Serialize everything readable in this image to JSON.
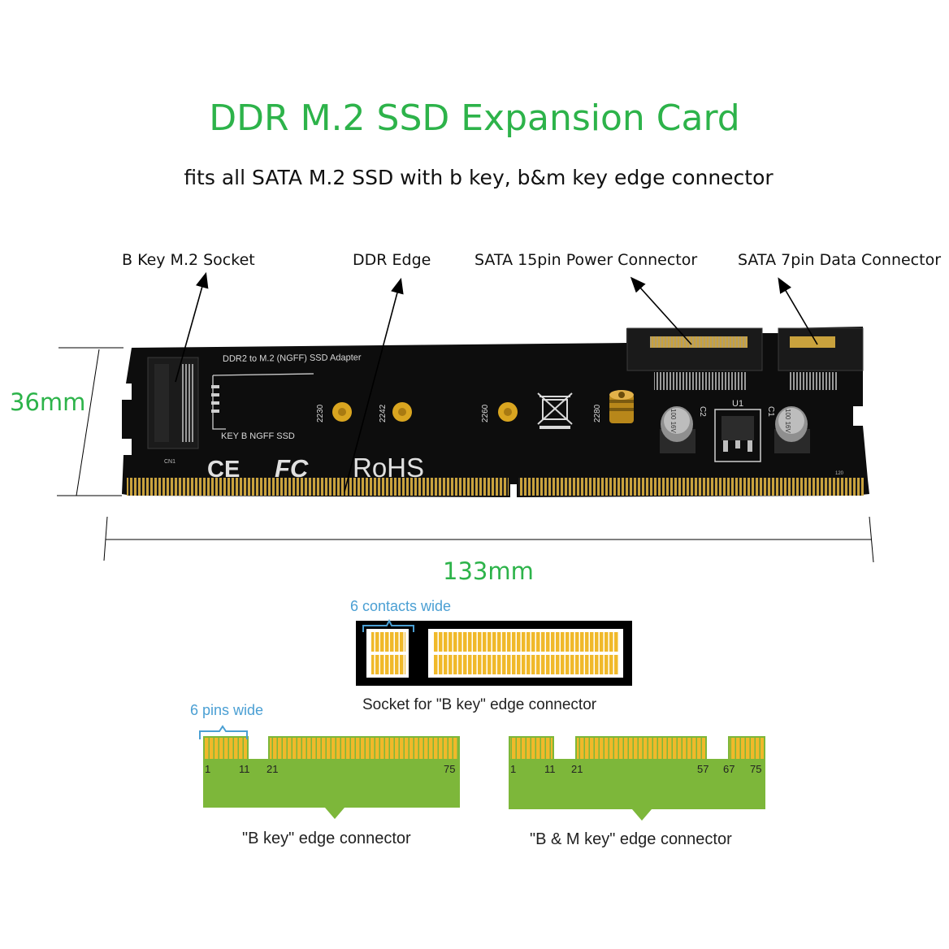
{
  "header": {
    "title": "DDR M.2 SSD Expansion Card",
    "subtitle": "fits all SATA M.2 SSD with b key, b&m key edge connector"
  },
  "callouts": {
    "b_key_socket": "B Key M.2 Socket",
    "ddr_edge": "DDR Edge",
    "sata_power": "SATA 15pin Power Connector",
    "sata_data": "SATA 7pin Data Connector"
  },
  "dimensions": {
    "height": "36mm",
    "width": "133mm"
  },
  "board": {
    "silkscreen_title": "DDR2 to M.2 (NGFF) SSD Adapter",
    "key_label": "KEY B NGFF SSD",
    "connector_ref": "CN1",
    "regulator_ref": "U1",
    "cap_refs": [
      "C2",
      "C1"
    ],
    "cap_marking": "100 16V",
    "mount_sizes": [
      "2230",
      "2242",
      "2260",
      "2280"
    ],
    "pin_marker": "120",
    "logos": [
      "CE",
      "FC",
      "RoHS"
    ],
    "colors": {
      "pcb": "#0d0d0d",
      "gold": "#c9a23d",
      "brass": "#d9a520"
    }
  },
  "key_diagram": {
    "contacts_label": "6 contacts wide",
    "socket_caption": "Socket for \"B key\" edge connector",
    "pins_label": "6 pins wide",
    "b_key": {
      "caption": "\"B key\" edge connector",
      "pin_numbers": [
        "1",
        "11",
        "21",
        "75"
      ]
    },
    "bm_key": {
      "caption": "\"B & M key\" edge connector",
      "pin_numbers": [
        "1",
        "11",
        "21",
        "57",
        "67",
        "75"
      ]
    },
    "colors": {
      "pcb_green": "#7db73a",
      "gold": "#f0b92a",
      "accent_blue": "#4a9fd3"
    }
  }
}
